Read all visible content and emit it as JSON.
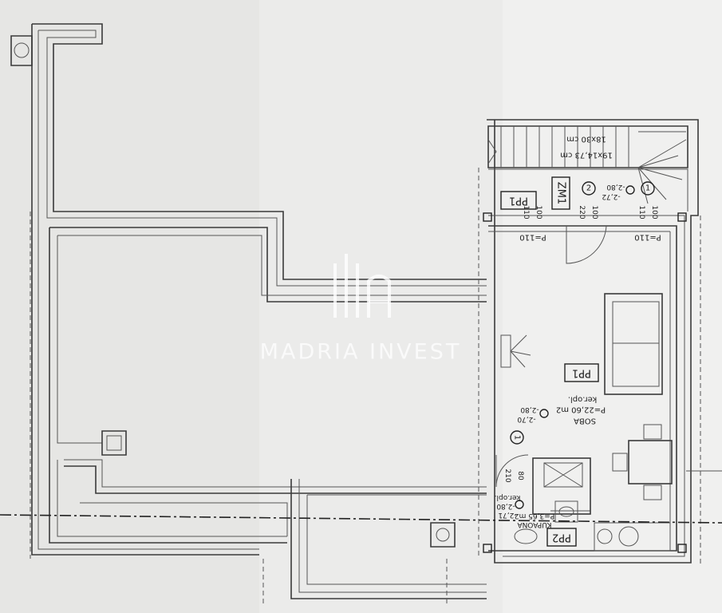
{
  "watermark": {
    "brand": "MADRIA INVEST"
  },
  "rooms": {
    "soba": {
      "name": "SOBA",
      "area": "P=22,60 m2",
      "floor": "ker.opl.",
      "code": "PP1",
      "level_a": "-2,80",
      "level_b": "-2,70"
    },
    "kupaona": {
      "name": "KUPAONA",
      "area": "P=3,65 m2",
      "floor": "ker.opl.",
      "code": "PP2",
      "level_a": "-2,80",
      "level_b": "-2,71"
    }
  },
  "stairs": {
    "label_a": "18x30 cm",
    "label_b": "19x14,73 cm",
    "level_a": "-2,80",
    "level_b": "-2,72"
  },
  "tags": {
    "pp1_top": "PP1",
    "zm1": "ZM1",
    "circle_1": "1",
    "circle_2": "2",
    "circle_bottom": "1"
  },
  "openings": {
    "door_left_w": "110",
    "door_left_h": "100",
    "door_mid_w": "220",
    "door_mid_h": "100",
    "door_right_w": "110",
    "door_right_h": "100",
    "sill_left": "P=110",
    "sill_right": "P=110",
    "bath_door_w": "80",
    "bath_door_h": "210"
  }
}
